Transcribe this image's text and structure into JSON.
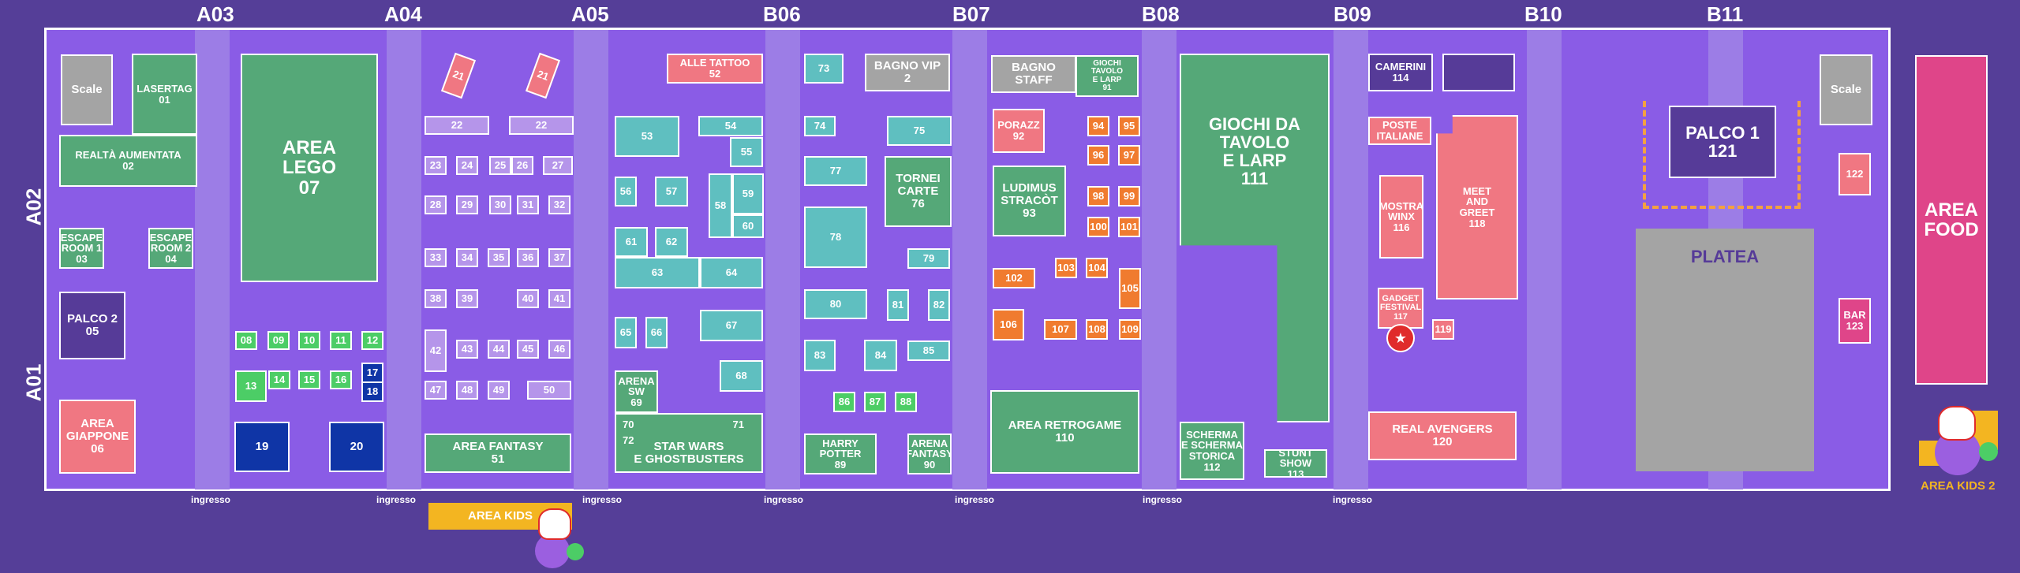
{
  "columns": [
    "A03",
    "A04",
    "A05",
    "B06",
    "B07",
    "B08",
    "B09",
    "B10",
    "B11"
  ],
  "rows": [
    "A02",
    "A01"
  ],
  "entrance_label": "ingresso",
  "areas": {
    "scale_left": "Scale",
    "scale_right": "Scale",
    "lasertag": "LASERTAG\n01",
    "realta": "REALTÀ AUMENTATA\n02",
    "escape1": "ESCAPE\nROOM 1\n03",
    "escape2": "ESCAPE\nROOM 2\n04",
    "palco2": "PALCO 2\n05",
    "giappone": "AREA\nGIAPPONE\n06",
    "lego": "AREA\nLEGO\n07",
    "fantasy": "AREA FANTASY\n51",
    "kids": "AREA KIDS",
    "kids2": "AREA KIDS 2",
    "tattoo": "ALLE TATTOO\n52",
    "arena_sw": "ARENA\nSW\n69",
    "starwars": "STAR WARS\nE GHOSTBUSTERS",
    "bagno_vip": "BAGNO VIP\n2",
    "tornei": "TORNEI\nCARTE\n76",
    "harry": "HARRY\nPOTTER\n89",
    "arena_fantasy": "ARENA\nFANTASY\n90",
    "bagno_staff": "BAGNO\nSTAFF",
    "giochi91": "GIOCHI TAVOLO\nE LARP\n91",
    "porazz": "PORAZZ\n92",
    "ludimus": "LUDIMUS\nSTRACÒT\n93",
    "retrogame": "AREA RETROGAME\n110",
    "giochi111": "GIOCHI DA\nTAVOLO\nE LARP\n111",
    "scherma": "SCHERMA\nE SCHERMA\nSTORICA\n112",
    "stunt": "STUNT SHOW\n113",
    "camerini": "CAMERINI\n114",
    "poste": "POSTE\nITALIANE",
    "winx": "MOSTRA\nWINX\n116",
    "gadget": "GADGET\nFESTIVAL\n117",
    "meet": "MEET\nAND\nGREET\n118",
    "avengers": "REAL AVENGERS\n120",
    "palco1": "PALCO 1\n121",
    "platea": "PLATEA",
    "food": "AREA\nFOOD",
    "bar": "BAR\n123"
  },
  "stands": {
    "n08": "08",
    "n09": "09",
    "n10": "10",
    "n11": "11",
    "n12": "12",
    "n13": "13",
    "n14": "14",
    "n15": "15",
    "n16": "16",
    "n17": "17",
    "n18": "18",
    "n19": "19",
    "n20": "20",
    "n21": "21",
    "n22": "22",
    "n23": "23",
    "n24": "24",
    "n25": "25",
    "n26": "26",
    "n27": "27",
    "n28": "28",
    "n29": "29",
    "n30": "30",
    "n31": "31",
    "n32": "32",
    "n33": "33",
    "n34": "34",
    "n35": "35",
    "n36": "36",
    "n37": "37",
    "n38": "38",
    "n39": "39",
    "n40": "40",
    "n41": "41",
    "n42": "42",
    "n43": "43",
    "n44": "44",
    "n45": "45",
    "n46": "46",
    "n47": "47",
    "n48": "48",
    "n49": "49",
    "n50": "50",
    "n53": "53",
    "n54": "54",
    "n55": "55",
    "n56": "56",
    "n57": "57",
    "n58": "58",
    "n59": "59",
    "n60": "60",
    "n61": "61",
    "n62": "62",
    "n63": "63",
    "n64": "64",
    "n65": "65",
    "n66": "66",
    "n67": "67",
    "n68": "68",
    "n70": "70",
    "n71": "71",
    "n72": "72",
    "n73": "73",
    "n74": "74",
    "n75": "75",
    "n77": "77",
    "n78": "78",
    "n79": "79",
    "n80": "80",
    "n81": "81",
    "n82": "82",
    "n83": "83",
    "n84": "84",
    "n85": "85",
    "n86": "86",
    "n87": "87",
    "n88": "88",
    "n94": "94",
    "n95": "95",
    "n96": "96",
    "n97": "97",
    "n98": "98",
    "n99": "99",
    "n100": "100",
    "n101": "101",
    "n102": "102",
    "n103": "103",
    "n104": "104",
    "n105": "105",
    "n106": "106",
    "n107": "107",
    "n108": "108",
    "n109": "109",
    "n119": "119",
    "n122": "122"
  },
  "colors": {
    "background": "#553e98",
    "hall": "#8a5ce6",
    "green": "#55a878",
    "teal": "#5fbfc0",
    "pink": "#f07782",
    "orange": "#f07b2f",
    "gray": "#a4a4a4"
  }
}
